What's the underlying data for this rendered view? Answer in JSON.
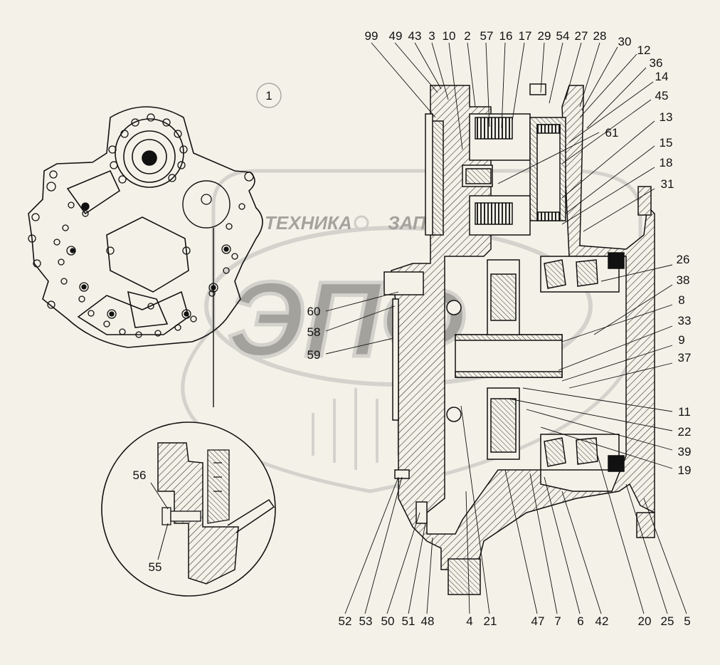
{
  "watermark": {
    "left_text": "ТЕХНИКА",
    "right_text": "ЗАПЧАСТИ",
    "logo_text": "ЭПФ"
  },
  "view_number": "1",
  "callouts_top": [
    "99",
    "49",
    "43",
    "3",
    "10",
    "2",
    "57",
    "16",
    "17",
    "29",
    "54",
    "27",
    "28",
    "30",
    "12",
    "36",
    "14",
    "45",
    "13",
    "61",
    "15",
    "18",
    "31"
  ],
  "callouts_right": [
    "26",
    "38",
    "8",
    "33",
    "9",
    "37",
    "11",
    "22",
    "39",
    "19"
  ],
  "callouts_left": [
    "60",
    "58",
    "59"
  ],
  "callouts_bottom": [
    "52",
    "53",
    "50",
    "51",
    "48",
    "4",
    "21",
    "47",
    "7",
    "6",
    "42",
    "20",
    "25",
    "5"
  ],
  "detail_callouts": [
    "56",
    "55"
  ]
}
